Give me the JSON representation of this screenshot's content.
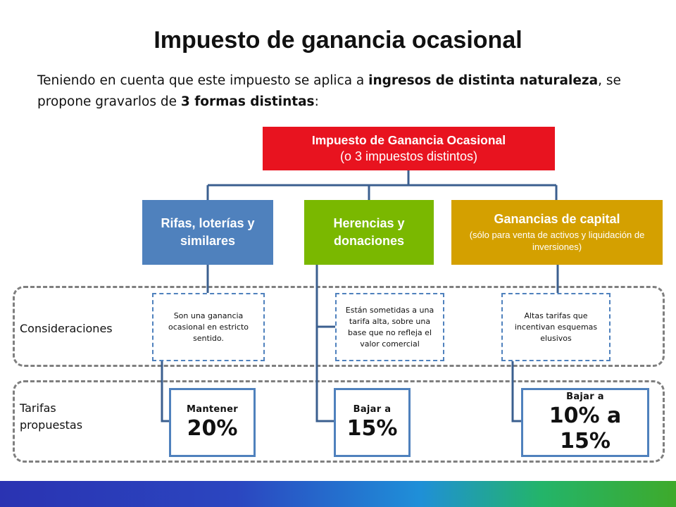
{
  "slide": {
    "title": "Impuesto de ganancia ocasional",
    "intro": {
      "p1": "Teniendo en cuenta que este impuesto se aplica a ",
      "b1": "ingresos de distinta naturaleza",
      "p2": ", se propone gravarlos de ",
      "b2": "3 formas distintas",
      "p3": ":"
    }
  },
  "diagram": {
    "root": {
      "line1": "Impuesto de Ganancia Ocasional",
      "line2": "(o 3 impuestos distintos)"
    },
    "categories": [
      {
        "label": "Rifas, loterías y similares"
      },
      {
        "label": "Herencias y donaciones"
      },
      {
        "label": "Ganancias de capital",
        "sublabel": "(sólo para venta de activos y liquidación de inversiones)"
      }
    ],
    "considerations_label": "Consideraciones",
    "considerations": [
      "Son una ganancia ocasional en estricto sentido.",
      "Están sometidas a una tarifa alta, sobre una base que no refleja el valor comercial",
      "Altas tarifas que incentivan  esquemas elusivos"
    ],
    "rates_label": "Tarifas propuestas",
    "rates": [
      {
        "action": "Mantener",
        "value": "20%"
      },
      {
        "action": "Bajar a",
        "value": "15%"
      },
      {
        "action": "Bajar a",
        "value": "10% a 15%"
      }
    ]
  },
  "colors": {
    "root": "#e8131f",
    "category_1": "#4f81bd",
    "category_2": "#7ab800",
    "category_3": "#d4a000",
    "connector": "#3b5f8f",
    "dashed_border": "#7f7f7f",
    "note_border": "#4f81bd"
  }
}
